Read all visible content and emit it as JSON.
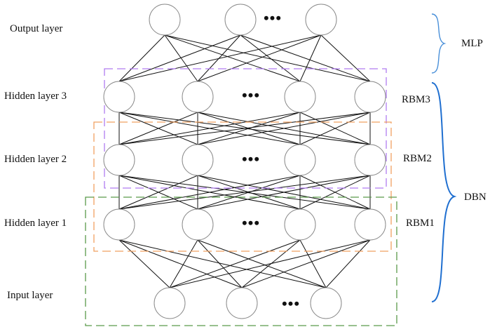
{
  "layers": {
    "output": {
      "label": "Output layer",
      "ellipsis": "•••"
    },
    "hidden3": {
      "label": "Hidden layer 3",
      "ellipsis": "•••"
    },
    "hidden2": {
      "label": "Hidden layer 2",
      "ellipsis": "•••"
    },
    "hidden1": {
      "label": "Hidden layer 1",
      "ellipsis": "•••"
    },
    "input": {
      "label": "Input layer",
      "ellipsis": "•••"
    }
  },
  "groups": {
    "mlp": {
      "label": "MLP"
    },
    "rbm3": {
      "label": "RBM3",
      "color": "#b07cf0"
    },
    "rbm2": {
      "label": "RBM2",
      "color": "#f0a060"
    },
    "rbm1": {
      "label": "RBM1",
      "color": "#5a9a4a"
    },
    "dbn": {
      "label": "DBN"
    }
  },
  "colors": {
    "brace_mlp": "#4a90d9",
    "brace_dbn": "#1f6fd0"
  }
}
